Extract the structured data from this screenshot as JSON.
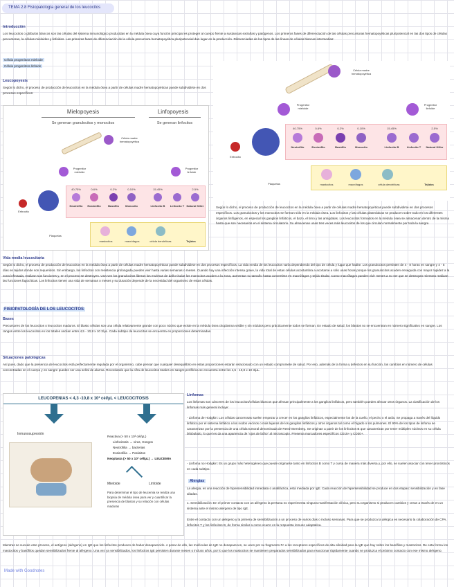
{
  "title": "TEMA 2.8 Fisiopatología general de los leucocitos",
  "intro_heading": "Introducción",
  "intro_text": "Los leucocitos o glóbulos blancos son las células del sistema inmunológico producidas en la médula ósea cuya función principal es proteger al cuerpo frente a sustancias extrañas y patógenos. Los primeros fases de diferenciación de las células precursoras hematopoyéticas pluripotencial en las dos tipos de células precursoras, la células mieloides y linfoides. Las primeras fases de diferenciación de la célula precursora hematopoyética pluripotencial dan lugar en la producción. Diferenciadas de los tipos de las líneas de células blancas intermedias:",
  "bullets": [
    "Célula progenitora mieloide",
    "Célula progenitora linfoide"
  ],
  "leuco_heading": "Leucopoyesis",
  "leuco_text": "Según lo dicho, el proceso de producción de leucocitos en la médula ósea a partir de células madre hematopoyéticas puede subdividirse en dos procesos específicos:",
  "diagram": {
    "myelo_title": "Mielopoyesis",
    "myelo_sub": "Se generan granulocitos y monocitos",
    "lympho_title": "Linfopoyesis",
    "lympho_sub": "Se generan linfocitos",
    "stem": "Célula madre hematopoyética",
    "prog_my": "Progenitor mieloide",
    "prog_ly": "Progenitor linfoide",
    "eritro": "Eritrocito",
    "plaq": "Plaquetas",
    "tissue": "Tejidos",
    "cells": [
      "Neutrófilo",
      "Eosinófilo",
      "Basófilo",
      "Monocito",
      "Linfocito B",
      "Linfocito T",
      "Natural Killer"
    ],
    "pcts": [
      "40-75%",
      "0-6%",
      "0-2%",
      "0-10%",
      "15-45%",
      "",
      "2-5%"
    ],
    "tissue_cells": [
      "mastocitos",
      "macrófagos",
      "célula dendríticas"
    ]
  },
  "side_text": "Según lo dicho, el proceso de producción de leucocitos en la médula ósea a partir de células madre hematopoyéticas puede subdividirse en dos procesos específicos. Los granulocitos y los monocitos se forman sólo en la médula ósea. Los linfocitos y las células plasmáticas se producen sobre todo en los diferentes órganos linfógenos, en especial los ganglios linfáticos, el bazo, el timo y las amígdalas. Los leucocitos formados en la médula ósea se almacenan dentro de la misma hasta que son necesarios en el sistema circulatorio. Su almacenan unas tres veces más leucocitos de los que circulan normalmente por toda la sangre.",
  "vida_heading": "Vida media leucocitaria",
  "vida_text": "Según lo dicho, el proceso de producción de leucocitos en la médula ósea a partir de células madre hematopoyéticas puede subdividirse en dos procesos específicos: La vida media de los leucocitos varía dependiendo del tipo de célula y lugar que habite. Los granulocitos persisten de 4 - 8 horas en sangre y 4 - 5 días en tejidos donde son requeridos. Sin embargo, los linfocitos con resistencia prolongada pueden vivir hasta varias semanas o meses. Cuando hay una infección intensa grave, la vida total de estas células acostumbra a acortarse a sólo unas horas porque los granulocitos acuden enseguida con mayor rapidez a la zona infectada, realizan sus funciones y, en el proceso se destruyen. Una vez los granulocitos liberan los enzimas de daño tisular los monocitos acuden a la zona, aumentan su tamaño hasta convertirse en macrófagos y tejido tisular. Como macrófagos pueden vivir meses a no ser que se destruyan mientras realizan las funciones fagocíticas. Los linfocitos tienen una vida de semanas o meses y su duración depende de la necesidad del organismo de estas células.",
  "fisio_heading": "FISIOPATOLOGÍA DE LOS LEUCOCITOS",
  "bases_heading": "Bases",
  "bases_text": "Precursores de los leucocitos o leucocitos maduros. El blasto células son una célula relativamente grande con poco núcleo que existe en la médula ósea citoplasma visible y sin nódulos pero prácticamente todos se forman. En estado de salud, los blastos no se encuentran en número significativo en sangre. Los rangos entre los leucocitos en los totales oscilan entre 4,5 - 10,8 x 10 3/µL. Cada subtipo de leucocitos se encuentra en proporciones determinadas.",
  "sit_heading": "Situaciones patológicas",
  "sit_text": "Así pues, dado que la presencia de leucocitos está perfectamente regulada por el organismo, cabe pensar que cualquier desequilibrio en estas proporciones estarán relacionado con un estado compromete de salud. Por eso, además de la forma y defectos en su función, los cambios en número de células concentradas en el cuerpo y en sangre pueden ser una señal de alarma. Recordando que la cifra de leucocitos totales en sangre periférica se encuentra entre los 4,5 - 10,8 x 10 3/µL.",
  "leuco_box": {
    "title": "LEUCOPENIAS < 4,3 -10,8 x 10³ cél/µL < LEUCOCITOSIS",
    "immuno": "Inmunosupresión",
    "reactive": "Reactiva (> 50 x 10³ cél/µL)",
    "r1": "Linfocitosis → virus, Hongos",
    "r2": "Neutrofilia → bacterias",
    "r3": "Eosinofilia → Parásitos",
    "neo": "Neoplasia (> 50 x 10³ cél/µL) → LEUCEMIA",
    "mieloide": "Mieloide",
    "linfoide": "Linfoide",
    "note": "Para determinar el tipo de leucemia se realiza una biopsia de médula ósea para ver y cuantificar la presencia de blastos y su relación con células maduras"
  },
  "linfomas_heading": "Linfomas",
  "linfomas_text": "Los linfomas son cánceres de los leucocitos/células blancos que afectan principalmente a los ganglios linfáticos, pero también pueden afectar otros órganos. La clasificación de los linfomas más general incluye:",
  "hodgkin": "- Linfoma de Hodgkin: Los células cancerosas suelen empezar a crecer en los ganglios linfáticos, especialmente los de la cuello, el pecho o el axila. Se propaga a través del líquido linfático por el sistema linfático a los nodos vecinos o más lejanos de los ganglios linfáticos y otros órganos tal como el hígado o los pulmones. El 90% de los tipos de linfoma se caracterizan por la presencia de una célula tumoral denominada de Reed-Sternberg. Se originan a partir de los linfocitos B que caracterizan por tener múltiples núcleos en su célula bilobulado, lo que les da una apariencia de \"ojos de búho\" al microscopio. Presenta marcadores específicos CD15+ y CD30+.",
  "nohodgkin": "- Linfoma no Hodgkin: Es un grupo más heterogéneo que puede originarse tanto en linfocitos B como T y cursa de manera más diversa y, por ello, se suelen asociar con tener pronósticos en cada subtipo.",
  "alergia_heading": "Alergias",
  "alergia_text": "La alergia, es una reacción de hipersensibilidad inmediata o anafiláctica, está mediada por IgE. Cada reacción de hipersensibilidad se produce en dos etapas: sensibilización y en fase aliadas.",
  "alergia1": "1. Sensibilización: En el primer contacto con un alérgeno la persona no experimenta ninguna manifestación clínica, pero su organismo si producen cambios y crean a través de en un sistema ante el mismo alergeno de tipo IgE.",
  "alergia2": "Entre el contacto con un alérgeno y la primera de sensibilización a un proceso de varios días o incluso semanas. Para que se produzca la alérgica es necesario la colaboración de CPA, linfocitos T y los linfocitos B, de forma similar a como ocurre en la respuesta inmune adaptativa.",
  "bottom_text": "Mientras se sucede este proceso, el antígeno (alérgeno) en IgE que los linfocitos producen de haber desaparecido. A pesar de ello, las moléculas de IgE no desaparecen, se unen por su fragmento Fc a los receptores específicos de alta afinidad para la IgE que hay sobre los basófilos y mastocitos. De esta forma los mastocitos y basófilos quedan sensibilizados frente al alérgeno. Una vez ya sensibilizados, los linfocitos IgE persisten durante meses o incluso años, por lo que los mastocitos se mantienen preparados sensibilizados para reaccionar rápidamente cuando se produzca el próximo contacto con ese mismo alérgeno.",
  "footer": "Made with Goodnotes"
}
